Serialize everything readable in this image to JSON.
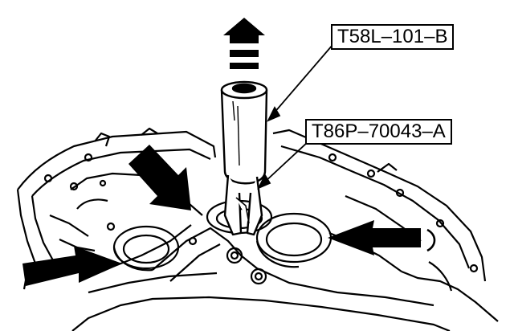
{
  "diagram": {
    "callouts": [
      {
        "id": "tool-1",
        "label": "T58L–101–B"
      },
      {
        "id": "tool-2",
        "label": "T86P–70043–A"
      }
    ],
    "colors": {
      "ink": "#000000",
      "background": "#ffffff"
    }
  }
}
